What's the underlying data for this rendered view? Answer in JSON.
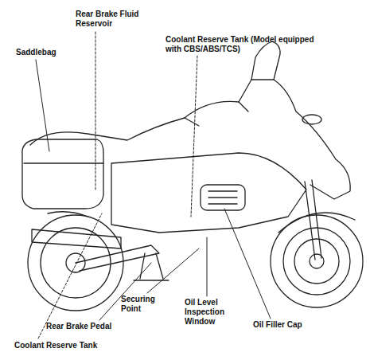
{
  "diagram": {
    "labels": [
      "Rear Brake Fluid Reservoir",
      "Coolant Reserve Tank (Model equipped with CBS/ABS/TCS)",
      "Saddlebag",
      "Securing Point",
      "Oil Level Inspection Window",
      "Oil Filler Cap",
      "Rear Brake Pedal",
      "Coolant Reserve Tank"
    ]
  }
}
